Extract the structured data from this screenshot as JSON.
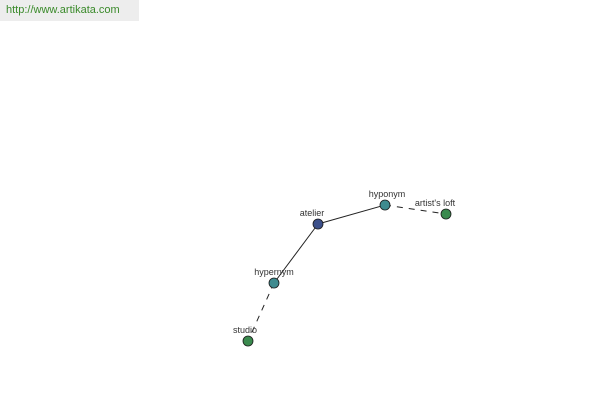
{
  "header": {
    "url": "http://www.artikata.com"
  },
  "diagram": {
    "nodes": [
      {
        "id": "atelier",
        "label": "atelier",
        "role": "center",
        "color": "#3b4f8a"
      },
      {
        "id": "hypernym",
        "label": "hypernym",
        "role": "relation",
        "color": "#3f8b8f"
      },
      {
        "id": "hyponym",
        "label": "hyponym",
        "role": "relation",
        "color": "#3f8b8f"
      },
      {
        "id": "studio",
        "label": "studio",
        "role": "word",
        "color": "#3a8a4e"
      },
      {
        "id": "artists-loft",
        "label": "artist's loft",
        "role": "word",
        "color": "#3a8a4e"
      }
    ],
    "edges": [
      {
        "from": "atelier",
        "to": "hypernym",
        "style": "solid"
      },
      {
        "from": "atelier",
        "to": "hyponym",
        "style": "solid"
      },
      {
        "from": "hypernym",
        "to": "studio",
        "style": "dashed"
      },
      {
        "from": "hyponym",
        "to": "artists-loft",
        "style": "dashed"
      }
    ]
  }
}
